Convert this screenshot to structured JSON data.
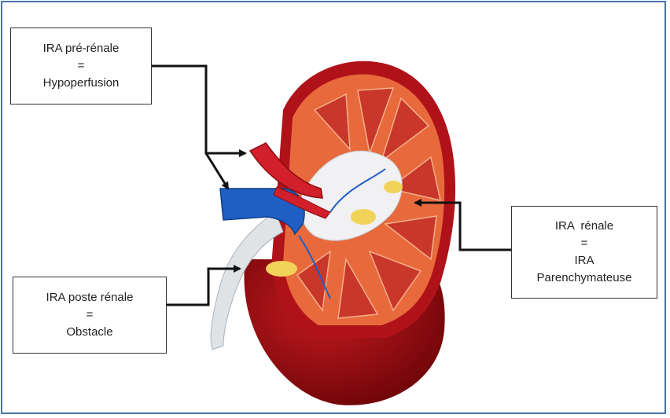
{
  "boxes": {
    "prerenal": {
      "title": "IRA pré-rénale",
      "eq": "=",
      "desc": "Hypoperfusion"
    },
    "postrenal": {
      "title": "IRA poste rénale",
      "eq": "=",
      "desc": "Obstacle"
    },
    "renal": {
      "title": "IRA  rénale",
      "eq": "=",
      "desc1": "IRA",
      "desc2": "Parenchymateuse"
    }
  },
  "colors": {
    "frame": "#4a72a8",
    "kidney_capsule": "#b0121a",
    "cortex": "#e86a3c",
    "artery": "#d1202a",
    "vein": "#1f5fc4",
    "ureter": "#dfe3e6"
  }
}
